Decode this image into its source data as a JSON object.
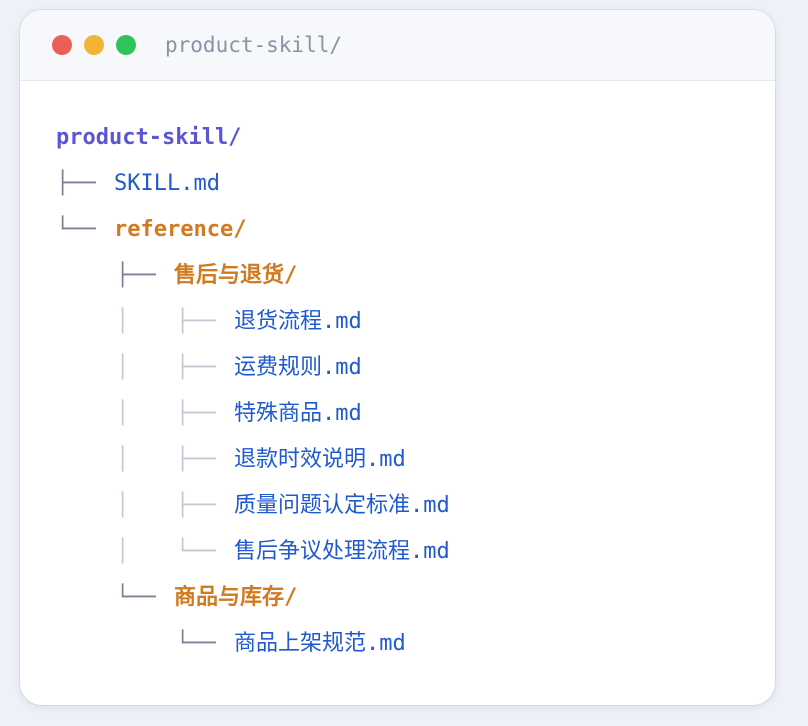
{
  "window": {
    "title": "product-skill/",
    "controls": {
      "close": "#ec5f57",
      "minimize": "#f1b436",
      "maximize": "#2fc45a"
    }
  },
  "colors": {
    "root": "#5b57d0",
    "directory": "#d17a1f",
    "file": "#1f5ad1",
    "branch": "#7a8296",
    "branch_light": "#c3c9d4"
  },
  "tree": {
    "root": "product-skill/",
    "items": [
      {
        "prefix": "├──",
        "label": "SKILL.md",
        "type": "file"
      },
      {
        "prefix": "└──",
        "label": "reference/",
        "type": "directory"
      },
      {
        "prefix": "├──",
        "label": "售后与退货/",
        "type": "directory"
      },
      {
        "prefix": "├──",
        "label": "退货流程.md",
        "type": "file"
      },
      {
        "prefix": "├──",
        "label": "运费规则.md",
        "type": "file"
      },
      {
        "prefix": "├──",
        "label": "特殊商品.md",
        "type": "file"
      },
      {
        "prefix": "├──",
        "label": "退款时效说明.md",
        "type": "file"
      },
      {
        "prefix": "├──",
        "label": "质量问题认定标准.md",
        "type": "file"
      },
      {
        "prefix": "└──",
        "label": "售后争议处理流程.md",
        "type": "file"
      },
      {
        "prefix": "└──",
        "label": "商品与库存/",
        "type": "directory"
      },
      {
        "prefix": "└──",
        "label": "商品上架规范.md",
        "type": "file"
      }
    ],
    "guides": [
      "│",
      "│",
      "│",
      "│",
      "│",
      "│"
    ]
  }
}
